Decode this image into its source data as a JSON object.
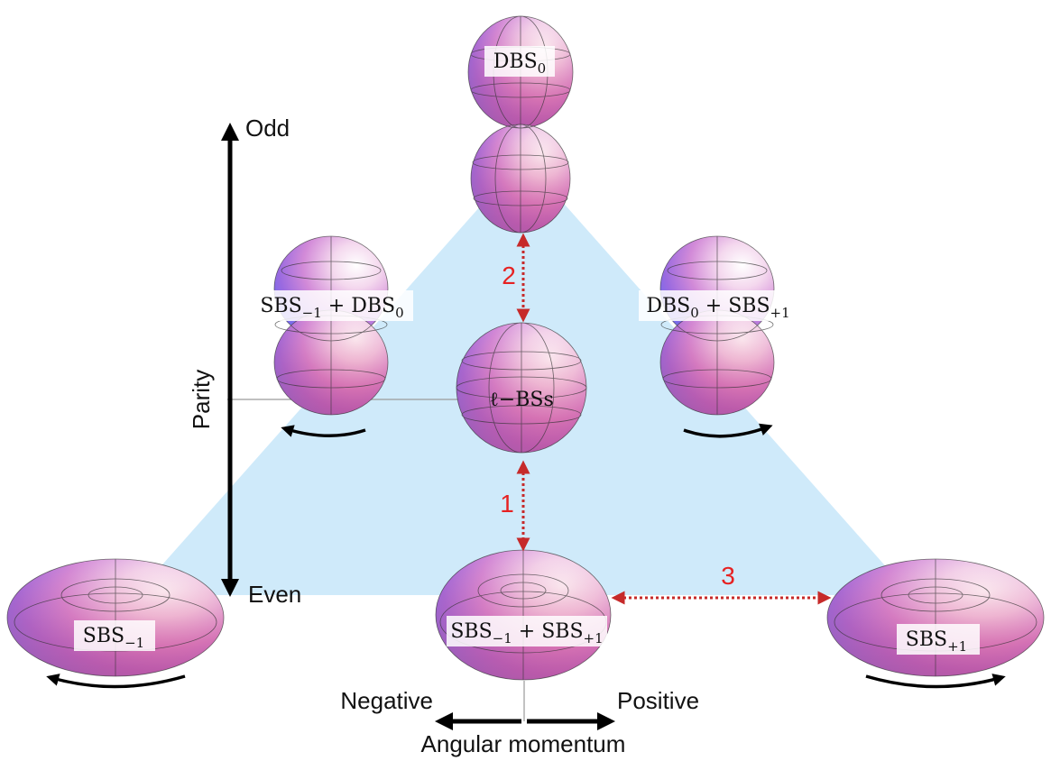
{
  "axes": {
    "parity": {
      "label": "Parity",
      "top": "Odd",
      "bottom": "Even"
    },
    "angular": {
      "label": "Angular momentum",
      "left": "Negative",
      "right": "Positive"
    }
  },
  "shapes": {
    "dbs0": {
      "base": "DBS",
      "sub": "0"
    },
    "lbs": {
      "text": "ℓ−BSs"
    },
    "sbs_m1_dbs0": {
      "a": "SBS",
      "asub": "−1",
      "op": " + ",
      "b": "DBS",
      "bsub": "0"
    },
    "dbs0_sbs_p1": {
      "a": "DBS",
      "asub": "0",
      "op": " + ",
      "b": "SBS",
      "bsub": "+1"
    },
    "sbs_m1": {
      "base": "SBS",
      "sub": "−1"
    },
    "sbs_m1_sbs_p1": {
      "a": "SBS",
      "asub": "−1",
      "op": " + ",
      "b": "SBS",
      "bsub": "+1"
    },
    "sbs_p1": {
      "base": "SBS",
      "sub": "+1"
    }
  },
  "transitions": [
    "1",
    "2",
    "3"
  ],
  "colors": {
    "triangle": "#cfeafa",
    "arrow_red": "#c62a2a",
    "number_red": "#e62222"
  }
}
